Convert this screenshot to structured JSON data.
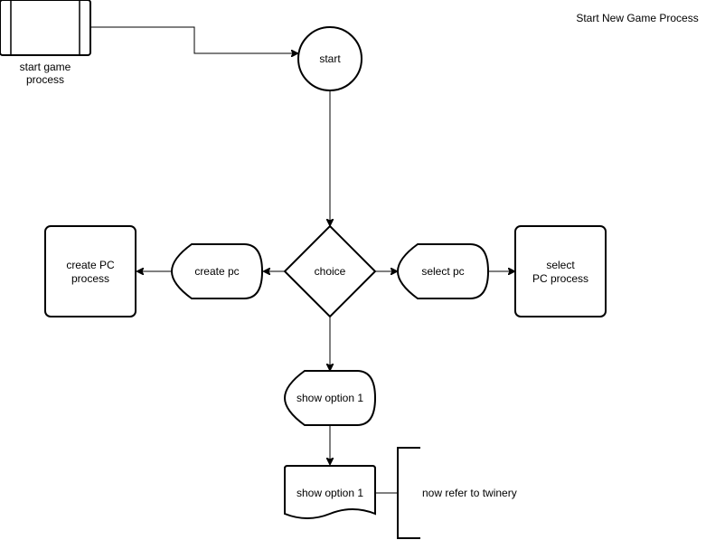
{
  "diagram": {
    "title": "Start New Game Process",
    "nodes": {
      "start_game_process": {
        "label_line1": "start game",
        "label_line2": "process"
      },
      "start": {
        "label": "start"
      },
      "choice": {
        "label": "choice"
      },
      "create_pc": {
        "label": "create pc"
      },
      "create_pc_process": {
        "label_line1": "create PC",
        "label_line2": "process"
      },
      "select_pc": {
        "label": "select pc"
      },
      "select_pc_process": {
        "label_line1": "select",
        "label_line2": "PC process"
      },
      "show_option_display": {
        "label": "show option 1"
      },
      "show_option_document": {
        "label": "show option 1"
      },
      "annotation": {
        "label": "now refer to twinery"
      }
    },
    "colors": {
      "stroke": "#000000",
      "fill": "#ffffff",
      "text": "#000000"
    }
  }
}
